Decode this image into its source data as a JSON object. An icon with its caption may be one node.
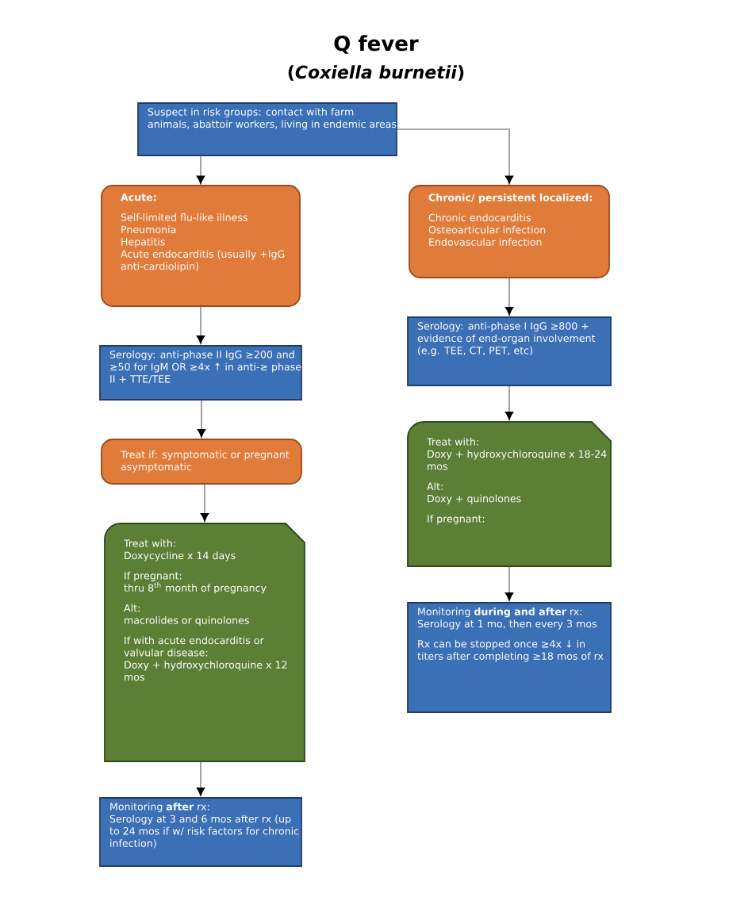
{
  "diagram": {
    "title": "Q fever",
    "caption": "(*Coxiella burnetii*)",
    "nodes": [
      {
        "text": [
          "Suspect in risk groups: contact with farm animals, abattoir workers, living in endemic areas"
        ]
      },
      {
        "text": [
          "Acute:",
          "Self-limited flu-like illness",
          "Pneumonia",
          "Hepatitis",
          "Acute endocarditis (usually +IgG anti-cardiolipin)"
        ]
      },
      {
        "text": [
          "Chronic/ persistent localized:",
          "Chronic endocarditis",
          "Osteoarticular infection",
          "Endovascular infection"
        ]
      },
      {
        "text": [
          "Serology: anti-phase II IgG ≥200 and ≥50 for IgM OR ≥4x ↑ in anti-≥ phase II + TTE/TEE"
        ]
      },
      {
        "text": [
          "Serology: anti-phase I IgG ≥800 + evidence of end-organ involvement (e.g. TEE, CT, PET, etc)"
        ]
      },
      {
        "text": [
          "Treat if: symptomatic or pregnant asymptomatic"
        ]
      },
      {
        "text": [
          "Treat with:",
          "Doxycycline x 14 days",
          "If pregnant:",
          "thru 8$^{th}$ month of pregnancy",
          "Alt:",
          "macrolides or quinolones",
          "If with acute endocarditis or valvular disease:",
          "Doxy + hydroxychloroquine x 12 mos"
        ]
      },
      {
        "text": [
          "Treat with:",
          "Doxy + hydroxychloroquine x 18-24 mos",
          "Alt:",
          "Doxy + quinolones",
          "If pregnant:"
        ]
      },
      {
        "text": [
          "Monitoring **after** rx:",
          "Serology at 3 and 6 mos after rx (up to 24 mos if w/ risk factors for chronic infection)"
        ]
      },
      {
        "text": [
          "Monitoring **during and after** rx:",
          "Serology at 1 mo, then every 3 mos",
          "Rx can be stopped once ≥4x ↓ in titers after completing ≥18 mos of rx"
        ]
      }
    ],
    "edges": [
      {
        "from": 0,
        "to": 1,
        "arrow": "to"
      },
      {
        "from": 0,
        "to": 2,
        "arrow": "to"
      },
      {
        "from": 1,
        "to": 3,
        "arrow": "to"
      },
      {
        "from": 3,
        "to": 5,
        "arrow": "to"
      },
      {
        "from": 5,
        "to": 6,
        "arrow": "to"
      },
      {
        "from": 6,
        "to": 8,
        "arrow": "to"
      },
      {
        "from": 2,
        "to": 4,
        "arrow": "to"
      },
      {
        "from": 4,
        "to": 7,
        "arrow": "to"
      },
      {
        "from": 7,
        "to": 9,
        "arrow": "to"
      }
    ]
  }
}
